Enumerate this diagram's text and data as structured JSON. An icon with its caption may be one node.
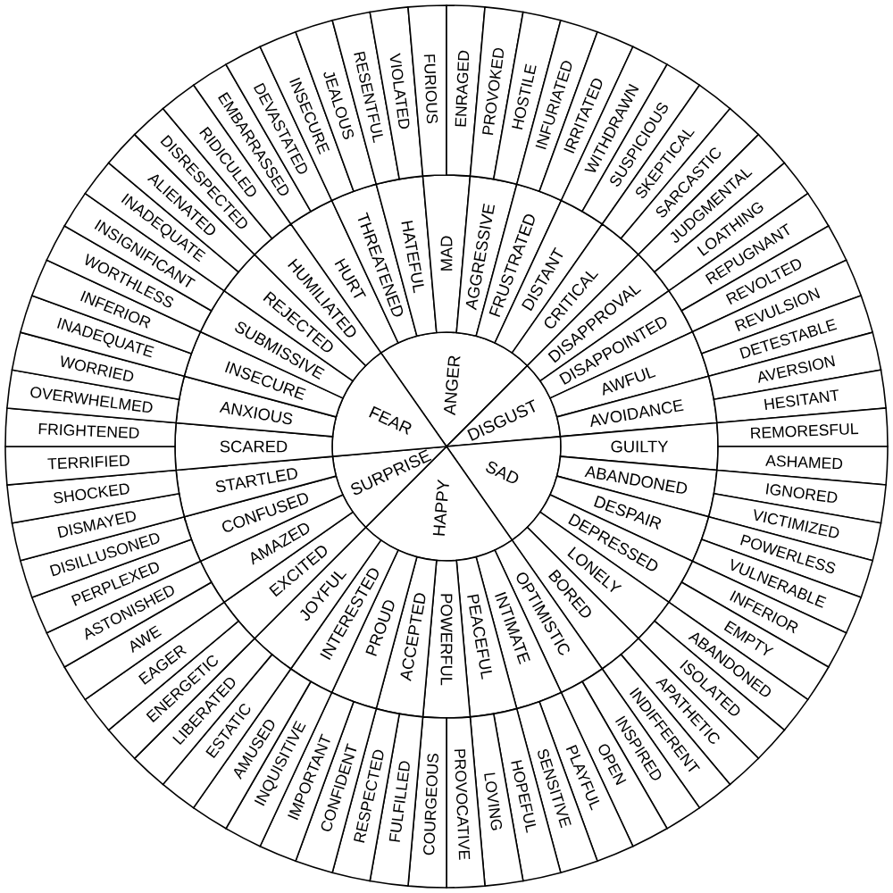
{
  "diagram": {
    "nodes": [
      {
        "text": [
          "ANGER"
        ]
      },
      {
        "text": [
          "DISGUST"
        ]
      },
      {
        "text": [
          "SAD"
        ]
      },
      {
        "text": [
          "HAPPY"
        ]
      },
      {
        "text": [
          "SURPRISE"
        ]
      },
      {
        "text": [
          "FEAR"
        ]
      },
      {
        "text": [
          "HURT"
        ]
      },
      {
        "text": [
          "THREATENED"
        ]
      },
      {
        "text": [
          "HATEFUL"
        ]
      },
      {
        "text": [
          "MAD"
        ]
      },
      {
        "text": [
          "AGGRESSIVE"
        ]
      },
      {
        "text": [
          "FRUSTRATED"
        ]
      },
      {
        "text": [
          "DISTANT"
        ]
      },
      {
        "text": [
          "CRITICAL"
        ]
      },
      {
        "text": [
          "DISAPPROVAL"
        ]
      },
      {
        "text": [
          "DISAPPOINTED"
        ]
      },
      {
        "text": [
          "AWFUL"
        ]
      },
      {
        "text": [
          "AVOIDANCE"
        ]
      },
      {
        "text": [
          "GUILTY"
        ]
      },
      {
        "text": [
          "ABANDONED"
        ]
      },
      {
        "text": [
          "DESPAIR"
        ]
      },
      {
        "text": [
          "DEPRESSED"
        ]
      },
      {
        "text": [
          "LONELY"
        ]
      },
      {
        "text": [
          "BORED"
        ]
      },
      {
        "text": [
          "OPTIMISTIC"
        ]
      },
      {
        "text": [
          "INTIMATE"
        ]
      },
      {
        "text": [
          "PEACEFUL"
        ]
      },
      {
        "text": [
          "POWERFUL"
        ]
      },
      {
        "text": [
          "ACCEPTED"
        ]
      },
      {
        "text": [
          "PROUD"
        ]
      },
      {
        "text": [
          "INTERESTED"
        ]
      },
      {
        "text": [
          "JOYFUL"
        ]
      },
      {
        "text": [
          "EXCITED"
        ]
      },
      {
        "text": [
          "AMAZED"
        ]
      },
      {
        "text": [
          "CONFUSED"
        ]
      },
      {
        "text": [
          "STARTLED"
        ]
      },
      {
        "text": [
          "SCARED"
        ]
      },
      {
        "text": [
          "ANXIOUS"
        ]
      },
      {
        "text": [
          "INSECURE"
        ]
      },
      {
        "text": [
          "SUBMISSIVE"
        ]
      },
      {
        "text": [
          "REJECTED"
        ]
      },
      {
        "text": [
          "HUMILIATED"
        ]
      },
      {
        "text": [
          "EMBARRASSED"
        ]
      },
      {
        "text": [
          "DEVASTATED"
        ]
      },
      {
        "text": [
          "INSECURE"
        ]
      },
      {
        "text": [
          "JEALOUS"
        ]
      },
      {
        "text": [
          "RESENTFUL"
        ]
      },
      {
        "text": [
          "VIOLATED"
        ]
      },
      {
        "text": [
          "FURIOUS"
        ]
      },
      {
        "text": [
          "ENRAGED"
        ]
      },
      {
        "text": [
          "PROVOKED"
        ]
      },
      {
        "text": [
          "HOSTILE"
        ]
      },
      {
        "text": [
          "INFURIATED"
        ]
      },
      {
        "text": [
          "IRRITATED"
        ]
      },
      {
        "text": [
          "WITHDRAWN"
        ]
      },
      {
        "text": [
          "SUSPICIOUS"
        ]
      },
      {
        "text": [
          "SKEPTICAL"
        ]
      },
      {
        "text": [
          "SARCASTIC"
        ]
      },
      {
        "text": [
          "JUDGMENTAL"
        ]
      },
      {
        "text": [
          "LOATHING"
        ]
      },
      {
        "text": [
          "REPUGNANT"
        ]
      },
      {
        "text": [
          "REVOLTED"
        ]
      },
      {
        "text": [
          "REVULSION"
        ]
      },
      {
        "text": [
          "DETESTABLE"
        ]
      },
      {
        "text": [
          "AVERSION"
        ]
      },
      {
        "text": [
          "HESITANT"
        ]
      },
      {
        "text": [
          "REMORESFUL"
        ]
      },
      {
        "text": [
          "ASHAMED"
        ]
      },
      {
        "text": [
          "IGNORED"
        ]
      },
      {
        "text": [
          "VICTIMIZED"
        ]
      },
      {
        "text": [
          "POWERLESS"
        ]
      },
      {
        "text": [
          "VULNERABLE"
        ]
      },
      {
        "text": [
          "INFERIOR"
        ]
      },
      {
        "text": [
          "EMPTY"
        ]
      },
      {
        "text": [
          "ABANDONED"
        ]
      },
      {
        "text": [
          "ISOLATED"
        ]
      },
      {
        "text": [
          "APATHETIC"
        ]
      },
      {
        "text": [
          "INDIFFERENT"
        ]
      },
      {
        "text": [
          "INSPIRED"
        ]
      },
      {
        "text": [
          "OPEN"
        ]
      },
      {
        "text": [
          "PLAYFUL"
        ]
      },
      {
        "text": [
          "SENSITIVE"
        ]
      },
      {
        "text": [
          "HOPEFUL"
        ]
      },
      {
        "text": [
          "LOVING"
        ]
      },
      {
        "text": [
          "PROVOCATIVE"
        ]
      },
      {
        "text": [
          "COURGEOUS"
        ]
      },
      {
        "text": [
          "FULFILLED"
        ]
      },
      {
        "text": [
          "RESPECTED"
        ]
      },
      {
        "text": [
          "CONFIDENT"
        ]
      },
      {
        "text": [
          "IMPORTANT"
        ]
      },
      {
        "text": [
          "INQUISITIVE"
        ]
      },
      {
        "text": [
          "AMUSED"
        ]
      },
      {
        "text": [
          "ESTATIC"
        ]
      },
      {
        "text": [
          "LIBERATED"
        ]
      },
      {
        "text": [
          "ENERGETIC"
        ]
      },
      {
        "text": [
          "EAGER"
        ]
      },
      {
        "text": [
          "AWE"
        ]
      },
      {
        "text": [
          "ASTONISHED"
        ]
      },
      {
        "text": [
          "PERPLEXED"
        ]
      },
      {
        "text": [
          "DISILLUSONED"
        ]
      },
      {
        "text": [
          "DISMAYED"
        ]
      },
      {
        "text": [
          "SHOCKED"
        ]
      },
      {
        "text": [
          "TERRIFIED"
        ]
      },
      {
        "text": [
          "FRIGHTENED"
        ]
      },
      {
        "text": [
          "OVERWHELMED"
        ]
      },
      {
        "text": [
          "WORRIED"
        ]
      },
      {
        "text": [
          "INADEQUATE"
        ]
      },
      {
        "text": [
          "INFERIOR"
        ]
      },
      {
        "text": [
          "WORTHLESS"
        ]
      },
      {
        "text": [
          "INSIGNIFICANT"
        ]
      },
      {
        "text": [
          "INADEQUATE"
        ]
      },
      {
        "text": [
          "ALIENATED"
        ]
      },
      {
        "text": [
          "DISRESPECTED"
        ]
      },
      {
        "text": [
          "RIDICULED"
        ]
      }
    ]
  }
}
